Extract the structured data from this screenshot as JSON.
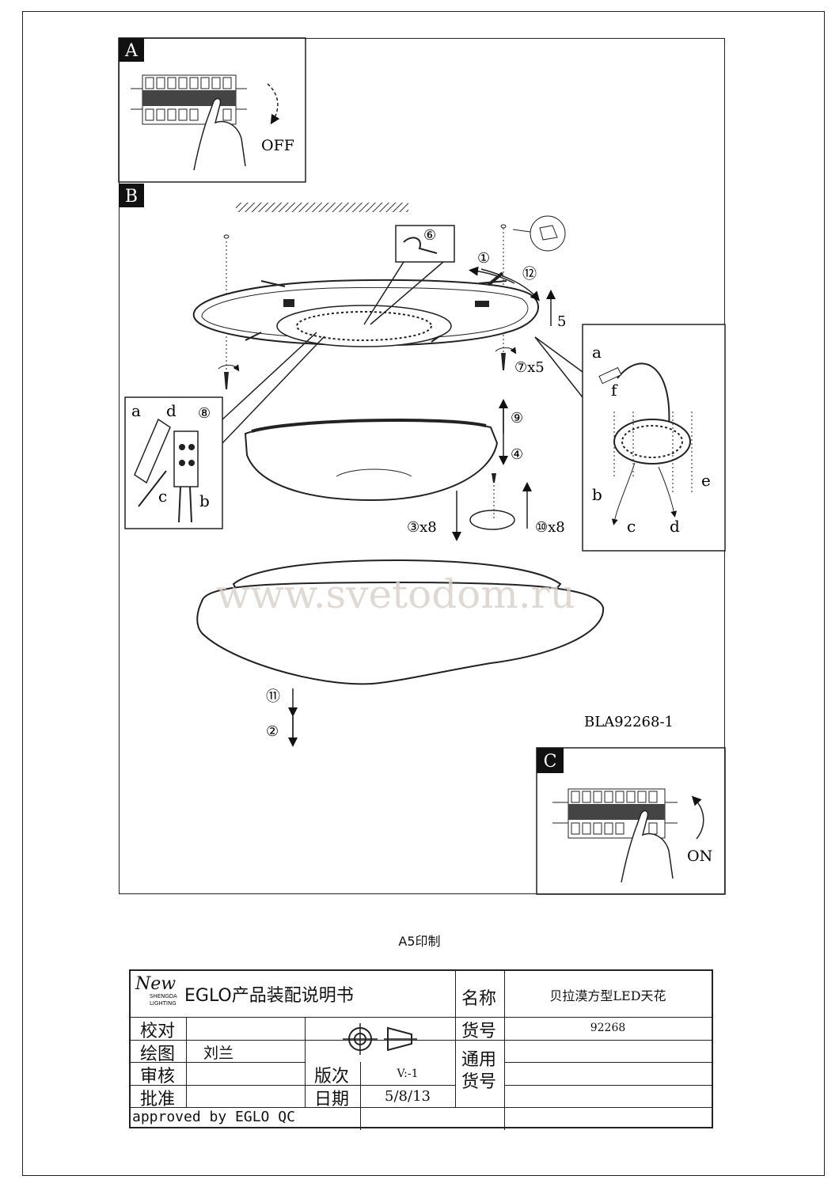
{
  "panels": {
    "a": {
      "letter": "A",
      "action": "OFF"
    },
    "b": {
      "letter": "B"
    },
    "c": {
      "letter": "C",
      "action": "ON"
    }
  },
  "steps": {
    "s1": "①",
    "s2": "②",
    "s3": "③x8",
    "s4": "④",
    "s5": "5",
    "s6": "⑥",
    "s7": "⑦x5",
    "s8": "⑧",
    "s9": "⑨",
    "s10": "⑩x8",
    "s11": "⑪",
    "s12": "⑫"
  },
  "wiring_labels": {
    "a": "a",
    "b": "b",
    "c": "c",
    "d": "d",
    "e": "e",
    "f": "f"
  },
  "model_code": "BLA92268-1",
  "watermark": "www.svetodom.ru",
  "print_note": "A5印制",
  "title_block": {
    "logo_text": "SHENGDA LIGHTING",
    "logo_mark": "New",
    "doc_title": "EGLO产品装配说明书",
    "name_label": "名称",
    "name_value": "贝拉漠方型LED天花",
    "check_label": "校对",
    "item_no_label": "货号",
    "item_no_value": "92268",
    "drawn_label": "绘图",
    "drawn_value": "刘兰",
    "general_label": "通用货号",
    "review_label": "审核",
    "version_label": "版次",
    "version_value": "V:-1",
    "approve_label": "批准",
    "date_label": "日期",
    "date_value": "5/8/13",
    "approved_by": "approved by EGLO QC"
  }
}
